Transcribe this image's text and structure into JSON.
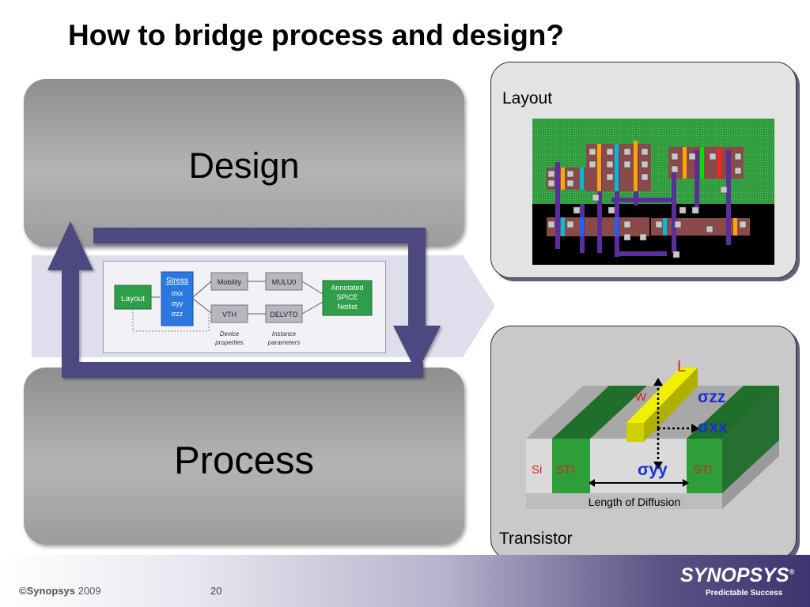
{
  "slide": {
    "title": "How to bridge process and design?"
  },
  "design_box": {
    "label": "Design"
  },
  "process_box": {
    "label": "Process"
  },
  "flow": {
    "layout": "Layout",
    "stress": "Stress",
    "sxx": "σxx",
    "syy": "σyy",
    "szz": "σzz",
    "mobility": "Mobility",
    "vth": "VTH",
    "mulu0": "MULU0",
    "delvto": "DELVTO",
    "annotated_line1": "Annotated",
    "annotated_line2": "SPICE",
    "annotated_line3": "Netlist",
    "device_line1": "Device",
    "device_line2": "properties",
    "instance_line1": "Instance",
    "instance_line2": "parameters"
  },
  "layout_panel": {
    "label": "Layout"
  },
  "transistor_panel": {
    "label": "Transistor",
    "l_label": "L",
    "w_label": "W",
    "si_label": "Si",
    "sti_left": "STI",
    "sti_right": "STI",
    "sigma_zz": "σzz",
    "sigma_xx": "σxx",
    "sigma_yy": "σyy",
    "diffusion_label": "Length of Diffusion"
  },
  "footer": {
    "copyright_brand": "©Synopsys",
    "copyright_year": "2009",
    "page_number": "20",
    "logo": "SYNOPSYS",
    "logo_mark": "®",
    "tagline": "Predictable Success"
  },
  "colors": {
    "arrow": "#4d4880",
    "layout_green": "#2e9e4a",
    "stress_blue": "#2b79e0",
    "sigma_blue": "#1a2fd6",
    "sti_red": "#d8201c",
    "gate_yellow": "#e0e000"
  }
}
